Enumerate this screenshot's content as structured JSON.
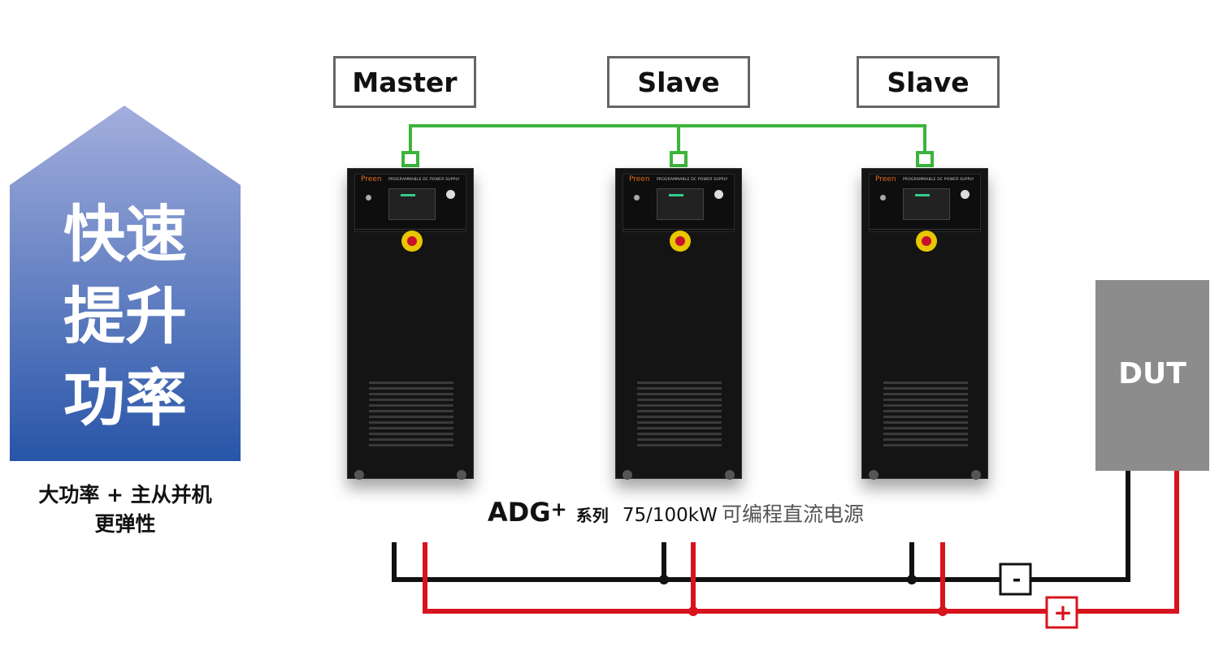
{
  "roles": [
    "Master",
    "Slave",
    "Slave"
  ],
  "arrow": {
    "lines": [
      "快速",
      "提升",
      "功率"
    ],
    "color_top": "#a3aedd",
    "color_bottom": "#2855a8"
  },
  "caption_left": {
    "line1": "大功率 + 主从并机",
    "line2": "更弹性"
  },
  "cabinet": {
    "brand": "Preen",
    "panel_title": "PROGRAMMABLE DC POWER SUPPLY"
  },
  "dut": {
    "label": "DUT",
    "color": "#8c8c8c"
  },
  "product": {
    "model": "ADG",
    "sup": "+",
    "series": "系列",
    "power": "75/100kW",
    "desc": "可编程直流电源"
  },
  "terminals": {
    "minus": "-",
    "plus": "+"
  },
  "colors": {
    "comm": "#3cb43c",
    "negative": "#111111",
    "positive": "#d7141e"
  }
}
